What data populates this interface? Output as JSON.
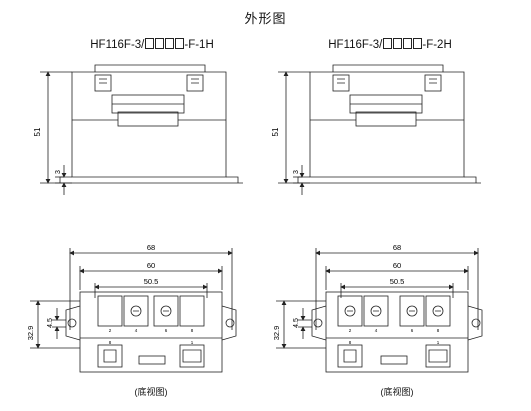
{
  "title": "外形图",
  "views": [
    {
      "model": {
        "prefix": "HF116F-3/",
        "boxes": 4,
        "suffix": "-F-1H"
      },
      "dims": {
        "height": "51",
        "foot": "3",
        "w68": "68",
        "w60": "60",
        "w50_5": "50.5",
        "h32_9": "32.9",
        "h4_5": "4.5"
      },
      "bottom_caption": "(底视图)",
      "pin_top": [
        "2",
        "4",
        "6",
        "8"
      ],
      "pin_bottom": [
        "8",
        "1"
      ]
    },
    {
      "model": {
        "prefix": "HF116F-3/",
        "boxes": 4,
        "suffix": "-F-2H"
      },
      "dims": {
        "height": "51",
        "foot": "3",
        "w68": "68",
        "w60": "60",
        "w50_5": "50.5",
        "h32_9": "32.9",
        "h4_5": "4.5"
      },
      "bottom_caption": "(底视图)",
      "pin_top": [
        "2",
        "4",
        "6",
        "8"
      ],
      "pin_bottom": [
        "8",
        "1"
      ]
    }
  ],
  "colors": {
    "line": "#222222",
    "background": "#ffffff"
  }
}
